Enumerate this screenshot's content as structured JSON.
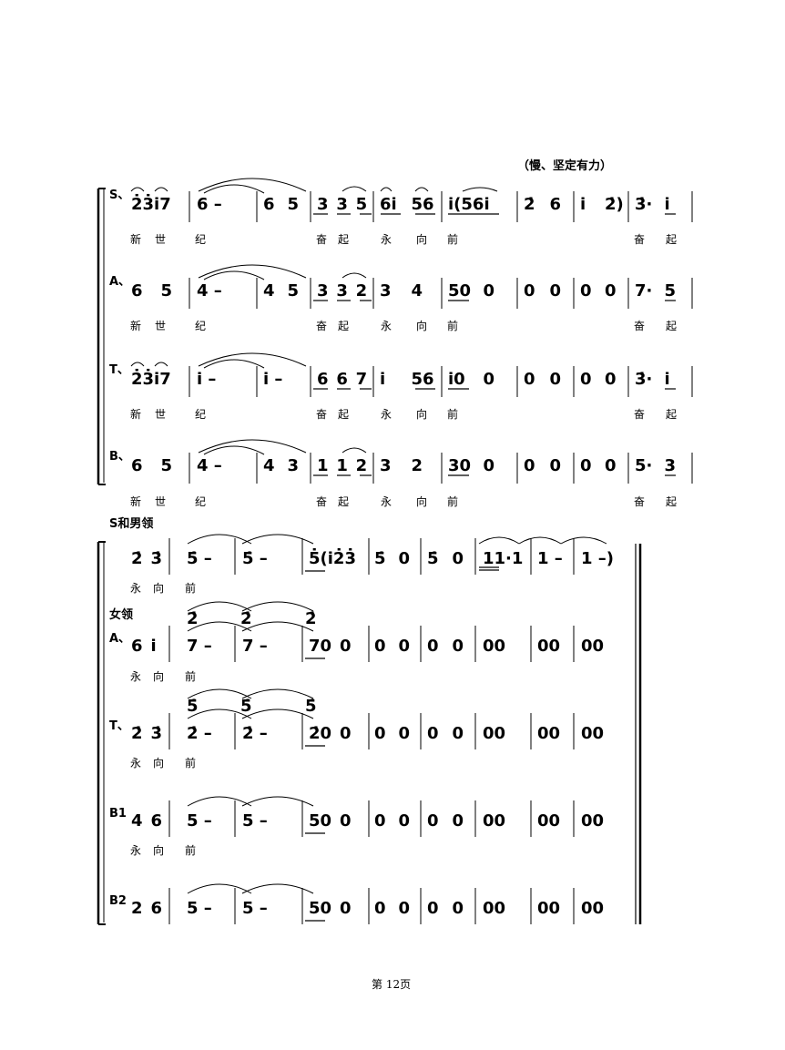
{
  "tempo_marking": "（慢、坚定有力）",
  "page_footer": "第 12页",
  "system1": {
    "parts": [
      {
        "label": "S、",
        "measures": [
          [
            "2̇3̇i7"
          ],
          [
            "6 –"
          ],
          [
            "6",
            "5"
          ],
          [
            "3",
            "3",
            "5"
          ],
          [
            "6i",
            "56"
          ],
          [
            "i(56i"
          ],
          [
            "2̇",
            "6"
          ],
          [
            "i",
            "2̇)"
          ],
          [
            "3̇·",
            "i"
          ]
        ],
        "lyrics": [
          "新",
          "世",
          "纪",
          "奋",
          "起",
          "永",
          "向",
          "前",
          "奋",
          "起"
        ]
      },
      {
        "label": "A、",
        "measures": [
          [
            "6",
            "5"
          ],
          [
            "4 –"
          ],
          [
            "4",
            "5"
          ],
          [
            "3",
            "3",
            "2"
          ],
          [
            "3",
            "4"
          ],
          [
            "50",
            "0"
          ],
          [
            "0",
            "0"
          ],
          [
            "0",
            "0"
          ],
          [
            "7·",
            "5"
          ]
        ],
        "lyrics": [
          "新",
          "世",
          "纪",
          "奋",
          "起",
          "永",
          "向",
          "前",
          "奋",
          "起"
        ]
      },
      {
        "label": "T、",
        "measures": [
          [
            "2̇3̇i7"
          ],
          [
            "i –"
          ],
          [
            "i –"
          ],
          [
            "6",
            "6",
            "7"
          ],
          [
            "i",
            "56"
          ],
          [
            "i0",
            "0"
          ],
          [
            "0",
            "0"
          ],
          [
            "0",
            "0"
          ],
          [
            "3̇·",
            "i"
          ]
        ],
        "lyrics": [
          "新",
          "世",
          "纪",
          "奋",
          "起",
          "永",
          "向",
          "前",
          "奋",
          "起"
        ]
      },
      {
        "label": "B、",
        "measures": [
          [
            "6",
            "5"
          ],
          [
            "4 –"
          ],
          [
            "4",
            "3"
          ],
          [
            "1",
            "1",
            "2"
          ],
          [
            "3",
            "2"
          ],
          [
            "30",
            "0"
          ],
          [
            "0",
            "0"
          ],
          [
            "0",
            "0"
          ],
          [
            "5·",
            "3"
          ]
        ],
        "lyrics": [
          "新",
          "世",
          "纪",
          "奋",
          "起",
          "永",
          "向",
          "前",
          "奋",
          "起"
        ]
      }
    ]
  },
  "system2": {
    "section_label": "S和男领",
    "female_lead_label": "女领",
    "parts": [
      {
        "label": "",
        "measures": [
          [
            "2̇",
            "3̇"
          ],
          [
            "5̇ –"
          ],
          [
            "5̇ –"
          ],
          [
            "5̇(i2̇3̇"
          ],
          [
            "5̇",
            "0"
          ],
          [
            "5̇",
            "0"
          ],
          [
            "11·1"
          ],
          [
            "1 –"
          ],
          [
            "1 –)"
          ]
        ],
        "lyrics": [
          "永",
          "向",
          "前"
        ]
      },
      {
        "label": "A、",
        "upper": [
          "2̇",
          "2̇",
          "2̇"
        ],
        "measures": [
          [
            "6",
            "i"
          ],
          [
            "7 –"
          ],
          [
            "7 –"
          ],
          [
            "70",
            "0"
          ],
          [
            "0",
            "0"
          ],
          [
            "0",
            "0"
          ],
          [
            "00"
          ],
          [
            "00"
          ],
          [
            "00"
          ]
        ],
        "lyrics": [
          "永",
          "向",
          "前"
        ]
      },
      {
        "label": "T、",
        "upper": [
          "5̇",
          "5̇",
          "5̇"
        ],
        "measures": [
          [
            "2̇",
            "3̇"
          ],
          [
            "2̇ –"
          ],
          [
            "2̇ –"
          ],
          [
            "2̇0",
            "0"
          ],
          [
            "0",
            "0"
          ],
          [
            "0",
            "0"
          ],
          [
            "00"
          ],
          [
            "00"
          ],
          [
            "00"
          ]
        ],
        "lyrics": [
          "永",
          "向",
          "前"
        ]
      },
      {
        "label": "B1",
        "measures": [
          [
            "4",
            "6"
          ],
          [
            "5 –"
          ],
          [
            "5 –"
          ],
          [
            "50",
            "0"
          ],
          [
            "0",
            "0"
          ],
          [
            "0",
            "0"
          ],
          [
            "00"
          ],
          [
            "00"
          ],
          [
            "00"
          ]
        ],
        "lyrics": [
          "永",
          "向",
          "前"
        ]
      },
      {
        "label": "B2",
        "measures": [
          [
            "2",
            "6"
          ],
          [
            "5 –"
          ],
          [
            "5 –"
          ],
          [
            "50",
            "0"
          ],
          [
            "0",
            "0"
          ],
          [
            "0",
            "0"
          ],
          [
            "00"
          ],
          [
            "00"
          ],
          [
            "00"
          ]
        ],
        "lyrics": []
      }
    ]
  }
}
